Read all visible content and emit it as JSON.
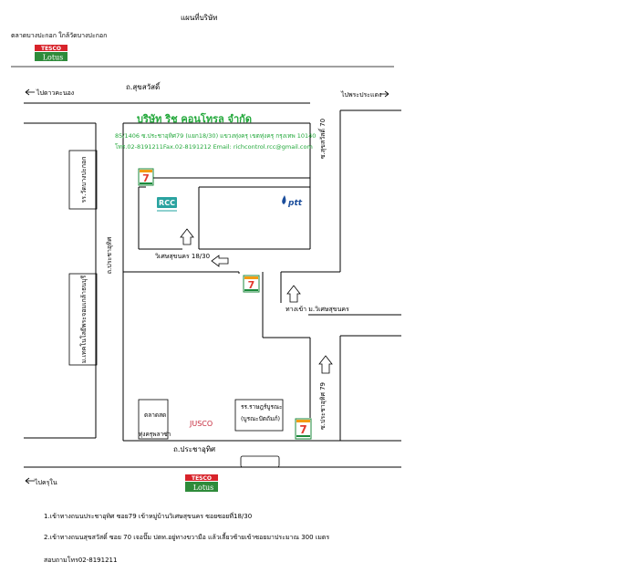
{
  "title": "แผนที่บริษัท",
  "top_note": "ตลาดบางปะกอก ใกล้วัดบางปะกอก",
  "company": {
    "name": "บริษัท ริช คอนโทรล จำกัด",
    "address": "85/1406 ซ.ประชาอุทิศ79 (แยก18/30) แขวงทุ่งครุ เขตทุ่งครุ กรุงเทพ 10140",
    "contact": "โทร.02-8191211Fax.02-8191212  Email: richcontrol.rcc@gmail.com",
    "logo_text": "RCC"
  },
  "roads": {
    "suksawat": "ถ.สุขสวัสดิ์",
    "to_dao_khanong": "ไปดาวคะนอง",
    "to_phra_pradaeng": "ไปพระประแดง",
    "suksawat_70": "ซ.สุขสวัสดิ์ 70",
    "pracha_uthit_road": "ถ.ประชาอุทิศ",
    "pracha_uthit_bottom": "ถ.ประชาอุทิศ",
    "to_khru_nai": "ไปครุใน",
    "soi_pracha_uthit_79": "ซ.ประชาอุทิศ 79",
    "soi_18_30": "วิเศษสุขนคร 18/30",
    "village_entrance": "ทางเข้า ม.วิเศษสุขนคร"
  },
  "places": {
    "tesco_brand": "TESCO",
    "lotus_brand": "Lotus",
    "seven_eleven": "7",
    "ptt": "ptt",
    "school": "รร.วัดบางปะกอก",
    "university": "ม.เทคโนโลยีพระจอมเกล้าธนบุรี",
    "market_name": "ตลาดสด",
    "market_sub": "ทุ่งครุพลาซ่า",
    "jusco": "JUSCO",
    "school2": "รร.ราษฎร์บูรณะ",
    "school2_sub": "(บูรณะปัตถัมภ์)"
  },
  "directions": [
    "1.เข้าทางถนนประชาอุทิศ ซอย79 เข้าหมู่บ้านวิเศษสุขนคร ซอยซอยที่18/30",
    "2.เข้าทางถนนสุขสวัสดิ์ ซอย  70 เจอปั๊ม ปตท.อยู่ทางขวามือ แล้วเลี้ยวซ้ายเข้าซอยมาประมาณ   300 เมตร",
    "สอบถามโทร02-8191211"
  ],
  "colors": {
    "green": "#22a83a",
    "tesco_red": "#d8232a",
    "lotus_green": "#2e8b3a",
    "seven_green": "#1d8a3c",
    "seven_red": "#e23a2d",
    "seven_orange": "#f39c12",
    "ptt_blue": "#1b4d9b",
    "jusco_red": "#c62a3d"
  }
}
